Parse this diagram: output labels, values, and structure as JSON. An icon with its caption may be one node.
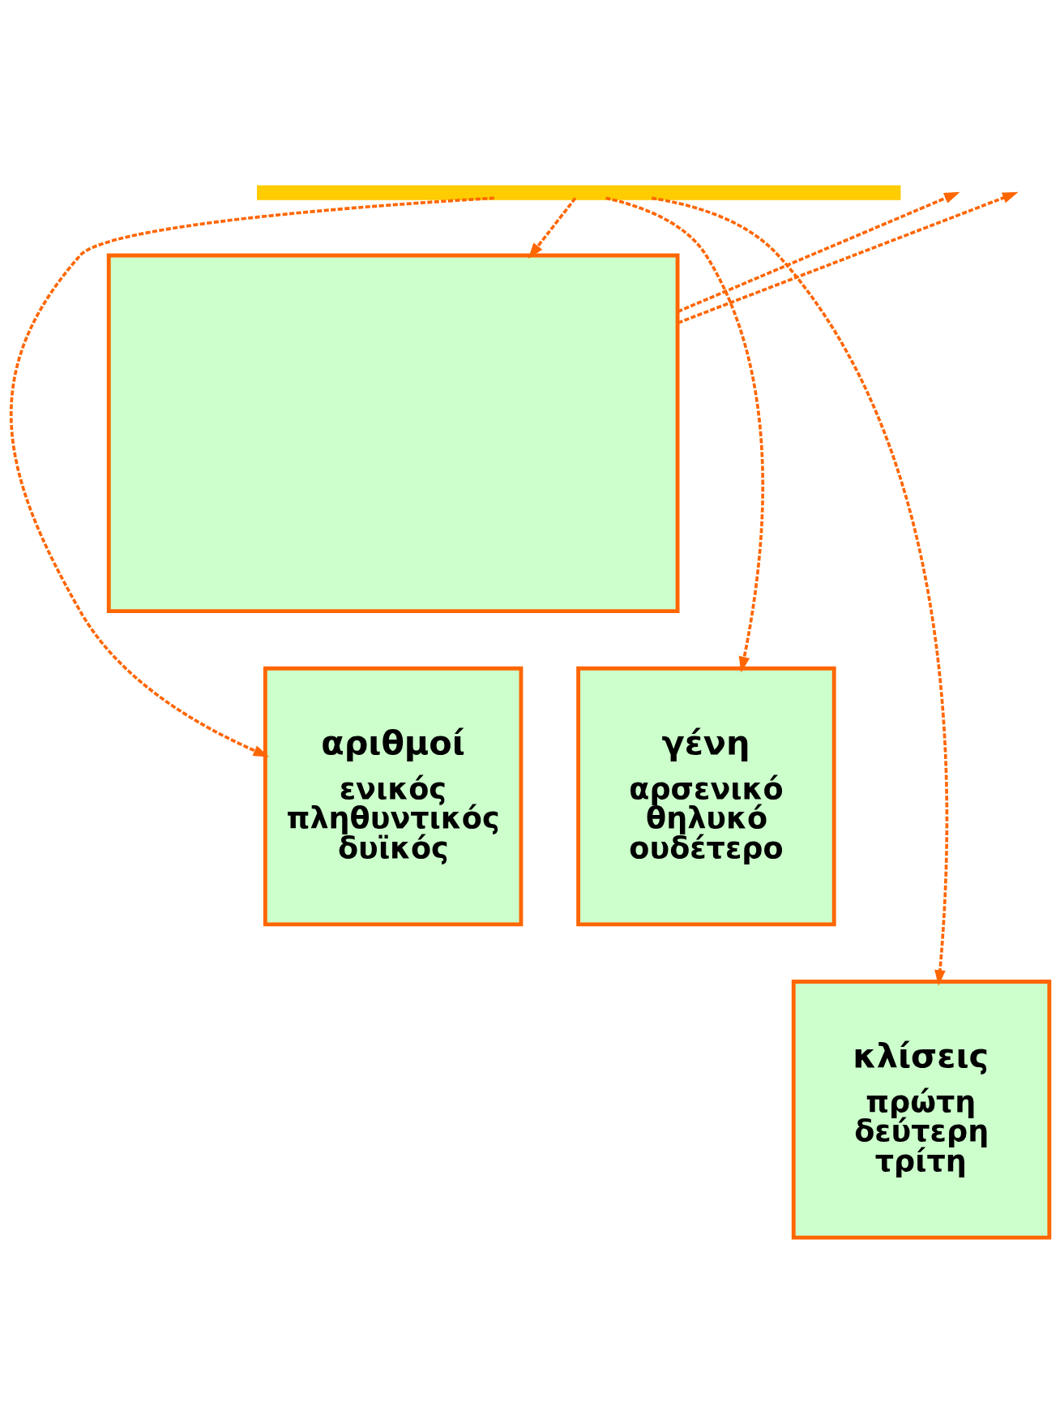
{
  "diagram": {
    "nodes": [
      {
        "text": [],
        "shape": "bar"
      },
      {
        "text": [],
        "shape": "box"
      },
      {
        "text": [
          "αριθμοί",
          "ενικός πληθυντικός δυϊκός"
        ]
      },
      {
        "text": [
          "γένη",
          "αρσενικό θηλυκό ουδέτερο"
        ]
      },
      {
        "text": [
          "κλίσεις",
          "πρώτη δεύτερη τρίτη"
        ]
      }
    ],
    "edges": [
      {
        "from": 0,
        "to": 1,
        "arrow": "to",
        "style": "dashed"
      },
      {
        "from": 0,
        "to": 2,
        "arrow": "to",
        "style": "dashed"
      },
      {
        "from": 0,
        "to": 3,
        "arrow": "to",
        "style": "dashed"
      },
      {
        "from": 0,
        "to": 4,
        "arrow": "to",
        "style": "dashed"
      },
      {
        "from": 1,
        "to": null,
        "arrow": "to",
        "style": "dashed"
      },
      {
        "from": 1,
        "to": null,
        "arrow": "to",
        "style": "dashed"
      }
    ]
  }
}
